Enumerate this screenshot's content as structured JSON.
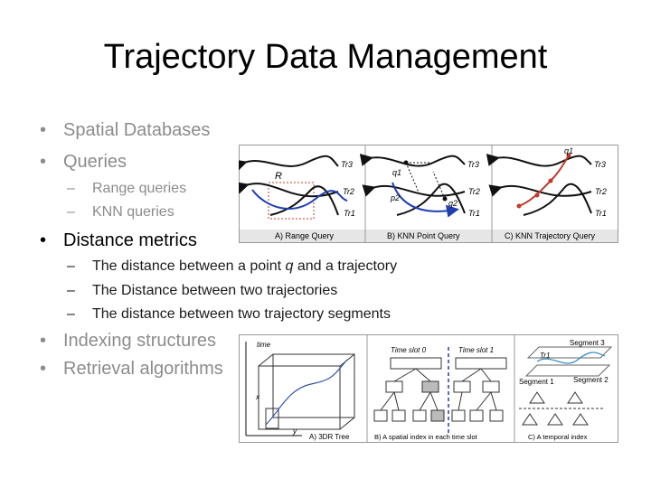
{
  "slide": {
    "title": "Trajectory Data Management",
    "bullet_glyph": "•",
    "dash_glyph": "–",
    "bullets": [
      {
        "text": "Spatial Databases"
      },
      {
        "text": "Queries"
      },
      {
        "text": "Distance metrics"
      },
      {
        "text": "Indexing structures"
      },
      {
        "text": "Retrieval algorithms"
      }
    ],
    "query_subs": [
      {
        "text": "Range queries"
      },
      {
        "text": "KNN queries"
      }
    ],
    "distance_subs": [
      {
        "pre": "The distance between a point ",
        "em": "q",
        "post": " and a trajectory"
      },
      {
        "text": "The Distance between two trajectories"
      },
      {
        "text": "The distance between two trajectory segments"
      }
    ]
  },
  "queries_figure": {
    "panels": [
      {
        "caption": "A) Range Query",
        "region_label": "R"
      },
      {
        "caption": "B) KNN Point Query",
        "q1": "q1",
        "q2": "q2",
        "p2": "p2"
      },
      {
        "caption": "C) KNN Trajectory Query",
        "q1": "q1"
      }
    ],
    "traj_labels": [
      "Tr3",
      "Tr2",
      "Tr1"
    ]
  },
  "index_figure": {
    "left": {
      "axis_time": "time",
      "axis_x": "x",
      "axis_y": "y",
      "caption": "A) 3DR Tree"
    },
    "middle": {
      "slot0": "Time slot 0",
      "slot1": "Time slot 1",
      "caption": "B) A spatial index in each time slot"
    },
    "right": {
      "seg1": "Segment 1",
      "seg2": "Segment 2",
      "seg3": "Segment 3",
      "tr": "Tr1",
      "caption": "C) A temporal index"
    }
  }
}
